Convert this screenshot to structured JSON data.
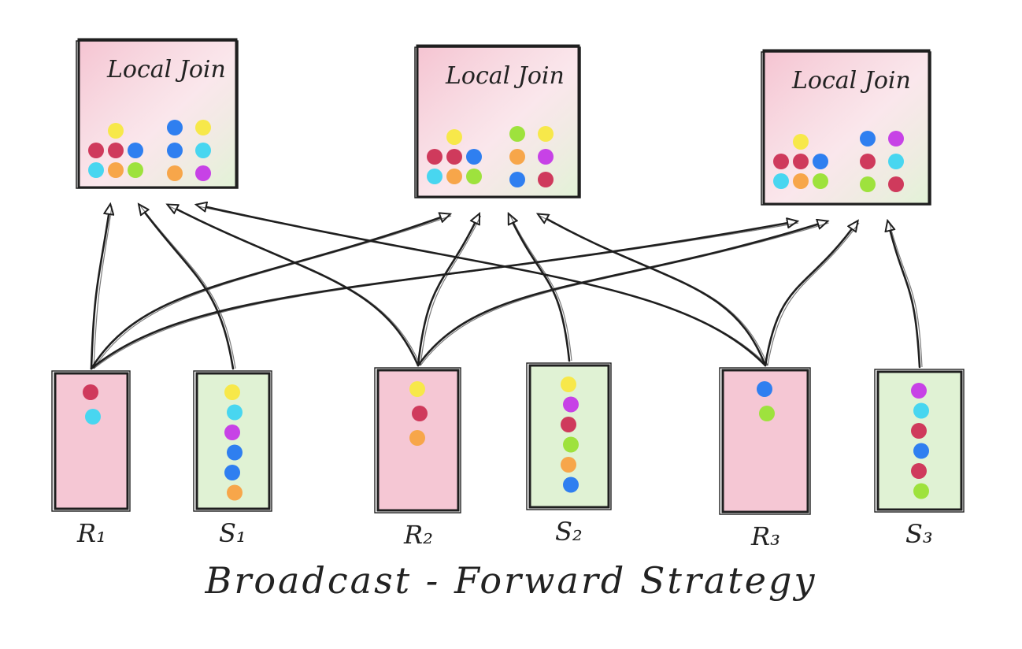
{
  "caption": "Broadcast - Forward Strategy",
  "colors": {
    "crimson": "#cf3a5c",
    "yellow": "#f7e84a",
    "blue": "#2f7ff0",
    "cyan": "#48d6f0",
    "orange": "#f7a64a",
    "green": "#9ee23d",
    "magenta": "#c742e6",
    "pink_fill": "#f3b9c9",
    "green_fill": "#d8efc9",
    "ink": "#1f1f1f"
  },
  "join_nodes": [
    {
      "label": "Local Join",
      "dots": [
        [
          "yellow"
        ],
        [
          "crimson",
          "crimson",
          "blue"
        ],
        [
          "cyan",
          "orange",
          "green"
        ],
        [
          "blue",
          "yellow"
        ],
        [
          "blue",
          "cyan"
        ],
        [
          "orange",
          "magenta"
        ]
      ]
    },
    {
      "label": "Local Join",
      "dots": [
        [
          "yellow"
        ],
        [
          "crimson",
          "crimson",
          "blue"
        ],
        [
          "cyan",
          "orange",
          "green"
        ],
        [
          "green",
          "yellow"
        ],
        [
          "orange",
          "magenta"
        ],
        [
          "blue",
          "crimson"
        ]
      ]
    },
    {
      "label": "Local Join",
      "dots": [
        [
          "yellow"
        ],
        [
          "crimson",
          "crimson",
          "blue"
        ],
        [
          "cyan",
          "orange",
          "green"
        ],
        [
          "blue",
          "magenta"
        ],
        [
          "crimson",
          "cyan"
        ],
        [
          "green",
          "crimson"
        ]
      ]
    }
  ],
  "partitions": [
    {
      "label": "R₁",
      "kind": "R",
      "dots": [
        "crimson",
        "cyan"
      ]
    },
    {
      "label": "S₁",
      "kind": "S",
      "dots": [
        "yellow",
        "cyan",
        "magenta",
        "blue",
        "blue",
        "orange"
      ]
    },
    {
      "label": "R₂",
      "kind": "R",
      "dots": [
        "yellow",
        "crimson",
        "orange"
      ]
    },
    {
      "label": "S₂",
      "kind": "S",
      "dots": [
        "yellow",
        "magenta",
        "crimson",
        "green",
        "orange",
        "blue"
      ]
    },
    {
      "label": "R₃",
      "kind": "R",
      "dots": [
        "blue",
        "green"
      ]
    },
    {
      "label": "S₃",
      "kind": "S",
      "dots": [
        "magenta",
        "cyan",
        "crimson",
        "blue",
        "crimson",
        "green"
      ]
    }
  ],
  "edges": [
    {
      "from": 0,
      "to": 0
    },
    {
      "from": 0,
      "to": 1
    },
    {
      "from": 0,
      "to": 2
    },
    {
      "from": 1,
      "to": 0
    },
    {
      "from": 2,
      "to": 0
    },
    {
      "from": 2,
      "to": 1
    },
    {
      "from": 2,
      "to": 2
    },
    {
      "from": 3,
      "to": 1
    },
    {
      "from": 4,
      "to": 0
    },
    {
      "from": 4,
      "to": 1
    },
    {
      "from": 4,
      "to": 2
    },
    {
      "from": 5,
      "to": 2
    }
  ]
}
